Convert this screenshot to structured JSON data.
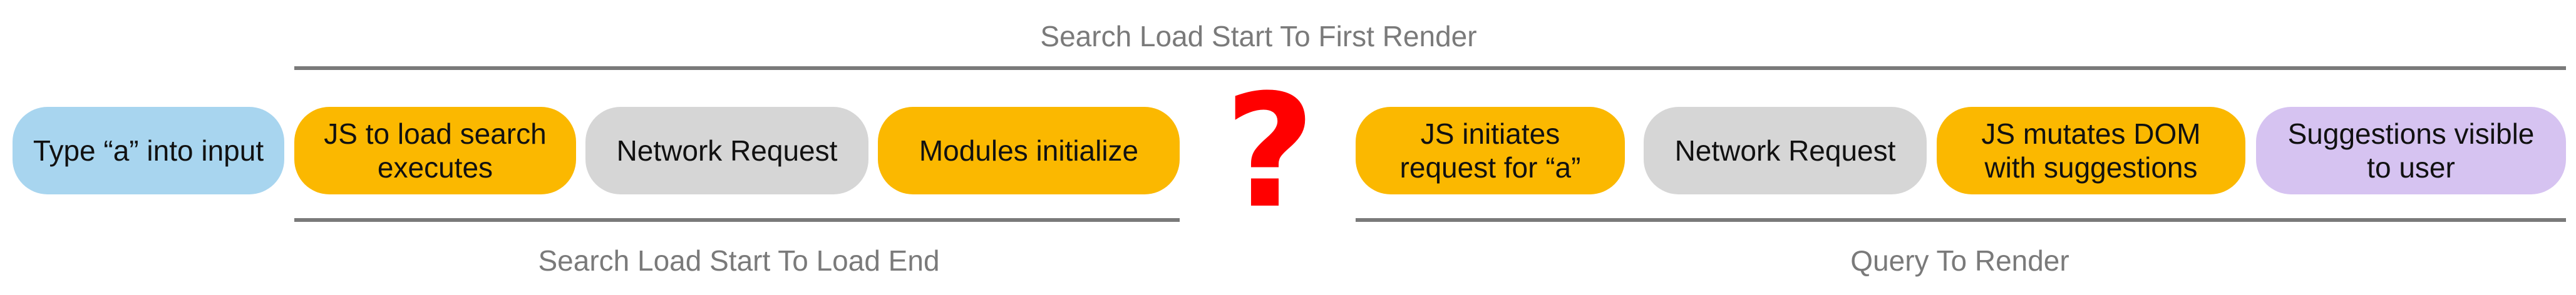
{
  "colors": {
    "blue": "#a8d5ef",
    "orange": "#fbb800",
    "gray": "#d6d6d6",
    "purple": "#d6c3f1",
    "red": "#ff0000",
    "line": "#7a7a7a"
  },
  "top_span": {
    "label": "Search Load Start To First Render"
  },
  "bottom_left_span": {
    "label": "Search Load Start To Load End"
  },
  "bottom_right_span": {
    "label": "Query To Render"
  },
  "steps": [
    {
      "text": "Type “a” into input",
      "color": "blue"
    },
    {
      "text": "JS to load search\nexecutes",
      "color": "orange"
    },
    {
      "text": "Network Request",
      "color": "gray"
    },
    {
      "text": "Modules initialize",
      "color": "orange"
    },
    {
      "text": "JS initiates\nrequest for “a”",
      "color": "orange"
    },
    {
      "text": "Network Request",
      "color": "gray"
    },
    {
      "text": "JS mutates DOM\nwith suggestions",
      "color": "orange"
    },
    {
      "text": "Suggestions visible\nto user",
      "color": "purple"
    }
  ],
  "gap_marker": {
    "symbol": "?",
    "color": "red"
  }
}
